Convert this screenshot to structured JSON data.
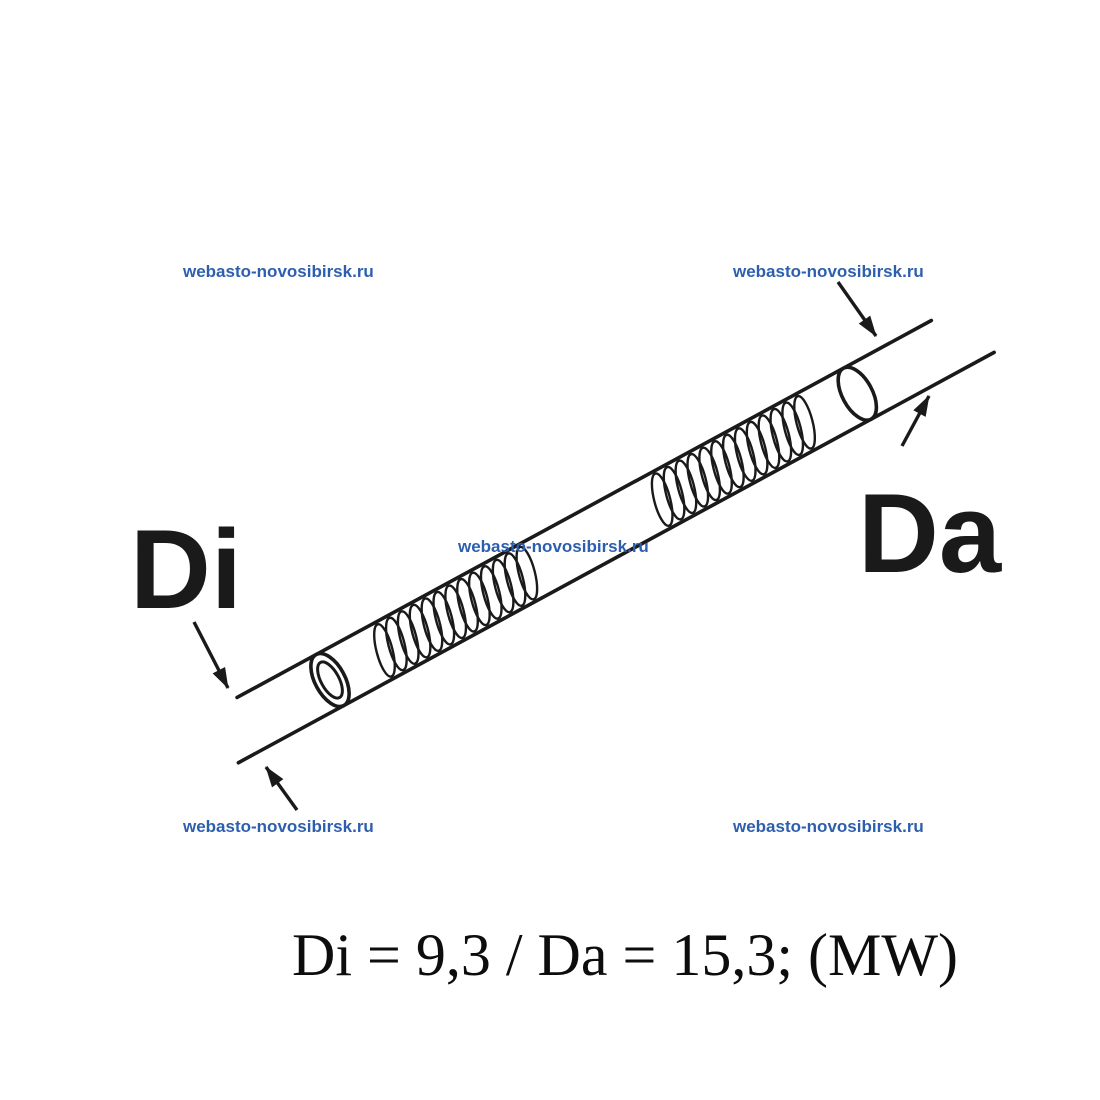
{
  "watermark": {
    "text": "webasto-novosibirsk.ru",
    "color": "#2d5fae"
  },
  "labels": {
    "inner_diameter": "Di",
    "outer_diameter": "Da"
  },
  "dimensions": {
    "Di": "9,3",
    "Da": "15,3",
    "note": "(MW)"
  },
  "caption": {
    "text": "Di = 9,3 / Da = 15,3; (MW)"
  },
  "colors": {
    "line": "#1a1a1a",
    "background": "#ffffff"
  }
}
